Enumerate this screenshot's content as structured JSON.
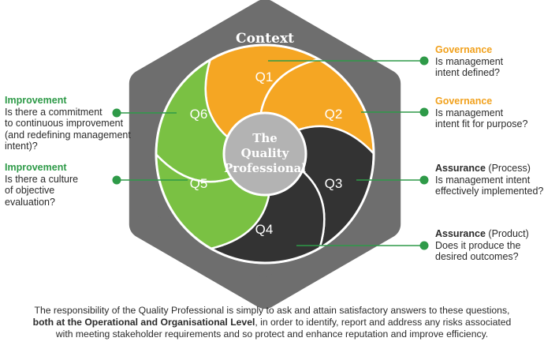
{
  "diagram": {
    "context_label": "Context",
    "center_lines": [
      "The",
      "Quality",
      "Professional"
    ],
    "segments": [
      {
        "id": "Q1",
        "label": "Q1",
        "color": "#f5a623"
      },
      {
        "id": "Q2",
        "label": "Q2",
        "color": "#f5a623"
      },
      {
        "id": "Q3",
        "label": "Q3",
        "color": "#333333"
      },
      {
        "id": "Q4",
        "label": "Q4",
        "color": "#333333"
      },
      {
        "id": "Q5",
        "label": "Q5",
        "color": "#7ac143"
      },
      {
        "id": "Q6",
        "label": "Q6",
        "color": "#7ac143"
      }
    ],
    "colors": {
      "hexagon": "#6e6e6e",
      "center": "#b3b3b3",
      "connector": "#2e9a48",
      "governance": "#f1a11d",
      "improvement": "#2e9a48"
    }
  },
  "annotations": {
    "q1": {
      "heading": "Governance",
      "lines": [
        "Is management",
        "intent defined?"
      ]
    },
    "q2": {
      "heading": "Governance",
      "lines": [
        "Is management",
        "intent fit for purpose?"
      ]
    },
    "q3": {
      "heading": "Assurance",
      "heading_suffix": " (Process)",
      "lines": [
        "Is management intent",
        "effectively implemented?"
      ]
    },
    "q4": {
      "heading": "Assurance",
      "heading_suffix": " (Product)",
      "lines": [
        "Does it produce the",
        "desired outcomes?"
      ]
    },
    "q6": {
      "heading": "Improvement",
      "lines": [
        "Is there a commitment",
        "to continuous improvement",
        "(and redefining management",
        "intent)?"
      ]
    },
    "q5": {
      "heading": "Improvement",
      "lines": [
        "Is there a culture",
        "of objective",
        "evaluation?"
      ]
    }
  },
  "footer": {
    "line1": "The responsibility of the Quality Professional is simply to ask and attain satisfactory answers to these questions,",
    "line2_bold": "both at the Operational and Organisational Level",
    "line2_rest": ", in order to identify, report and address any risks associated",
    "line3": "with meeting stakeholder requirements and so protect and  enhance reputation and improve efficiency."
  }
}
